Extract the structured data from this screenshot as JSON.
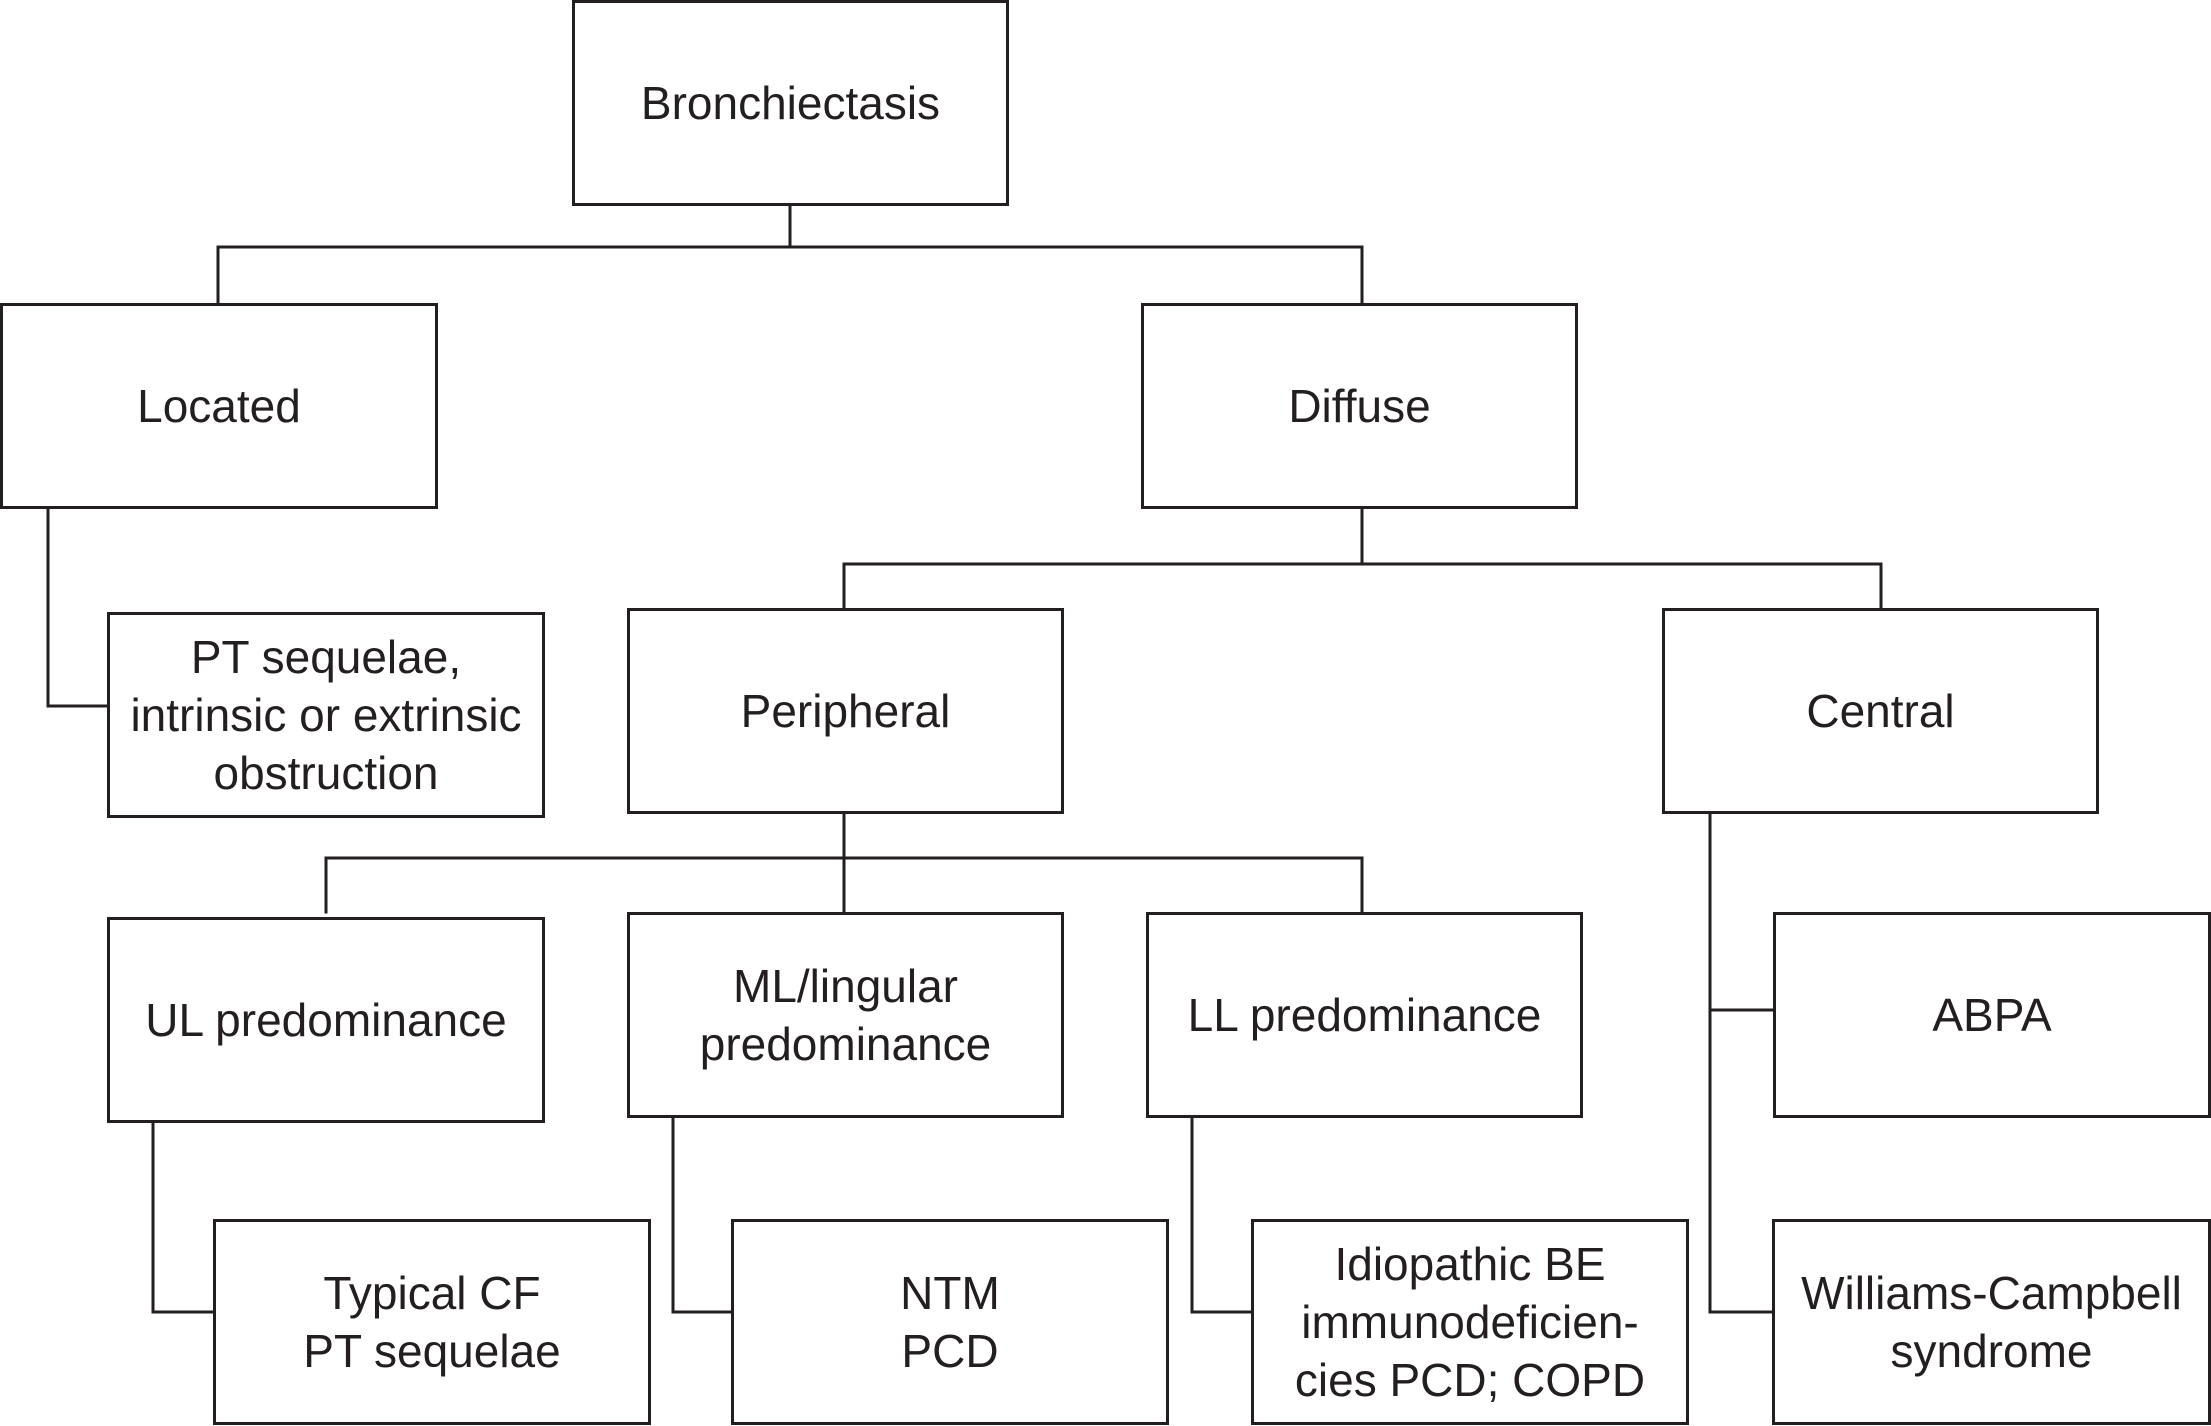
{
  "nodes": {
    "bronchiectasis": "Bronchiectasis",
    "located": "Located",
    "diffuse": "Diffuse",
    "pt_sequelae_obstruction": "PT sequelae,\nintrinsic or extrinsic\nobstruction",
    "peripheral": "Peripheral",
    "central": "Central",
    "ul_predominance": "UL predominance",
    "ml_lingular_predominance": "ML/lingular\npredominance",
    "ll_predominance": "LL predominance",
    "abpa": "ABPA",
    "typical_cf": "Typical CF\nPT sequelae",
    "ntm_pcd": "NTM\nPCD",
    "idiopathic_be": "Idiopathic BE\nimmunodeficien-\ncies PCD; COPD",
    "williams_campbell": "Williams-Campbell\nsyndrome"
  },
  "colors": {
    "line": "#231f20",
    "text": "#231f20",
    "background": "#ffffff"
  }
}
